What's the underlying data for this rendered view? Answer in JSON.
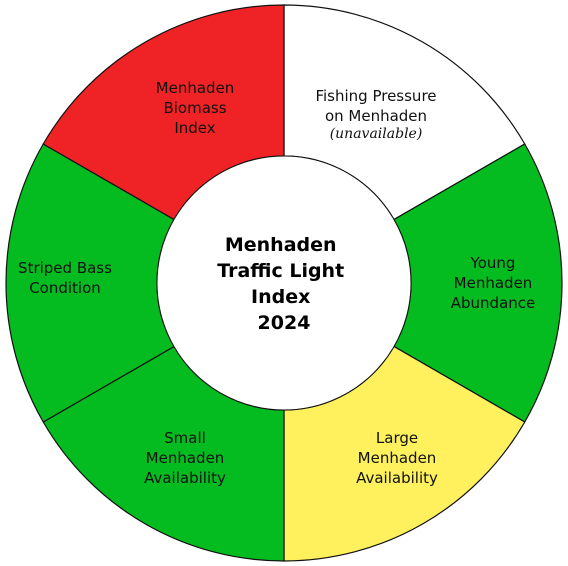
{
  "diagram": {
    "title_lines": [
      "Menhaden",
      "Traffic Light",
      "Index",
      "2024"
    ],
    "segments": [
      {
        "id": "fishing-pressure",
        "label_lines": [
          "Fishing Pressure",
          "on Menhaden"
        ],
        "note": "(unavailable)",
        "status": "unavailable",
        "color": "#ffffff"
      },
      {
        "id": "young-menhaden-abundance",
        "label_lines": [
          "Young",
          "Menhaden",
          "Abundance"
        ],
        "status": "green",
        "color": "#04bb20"
      },
      {
        "id": "large-menhaden-availability",
        "label_lines": [
          "Large",
          "Menhaden",
          "Availability"
        ],
        "status": "yellow",
        "color": "#fef15d"
      },
      {
        "id": "small-menhaden-availability",
        "label_lines": [
          "Small",
          "Menhaden",
          "Availability"
        ],
        "status": "green",
        "color": "#04bb20"
      },
      {
        "id": "striped-bass-condition",
        "label_lines": [
          "Striped Bass",
          "Condition"
        ],
        "status": "green",
        "color": "#04bb20"
      },
      {
        "id": "menhaden-biomass-index",
        "label_lines": [
          "Menhaden",
          "Biomass",
          "Index"
        ],
        "status": "red",
        "color": "#ef2325"
      }
    ]
  }
}
